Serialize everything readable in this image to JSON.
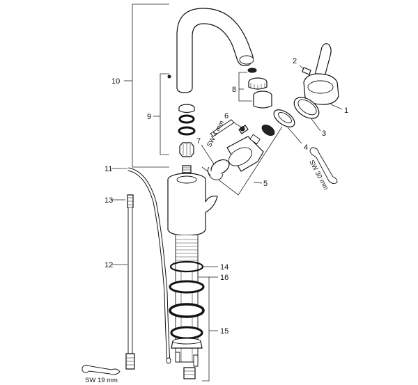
{
  "callouts": {
    "c1": "1",
    "c2": "2",
    "c3": "3",
    "c4": "4",
    "c5": "5",
    "c6": "6",
    "c7": "7",
    "c8": "8",
    "c9": "9",
    "c10": "10",
    "c11": "11",
    "c12": "12",
    "c13": "13",
    "c14": "14",
    "c15": "15",
    "c16": "16"
  },
  "tool_labels": {
    "hex_key": "SW 4 mm",
    "wrench_30": "SW 30 mm",
    "wrench_19": "SW 19 mm"
  }
}
